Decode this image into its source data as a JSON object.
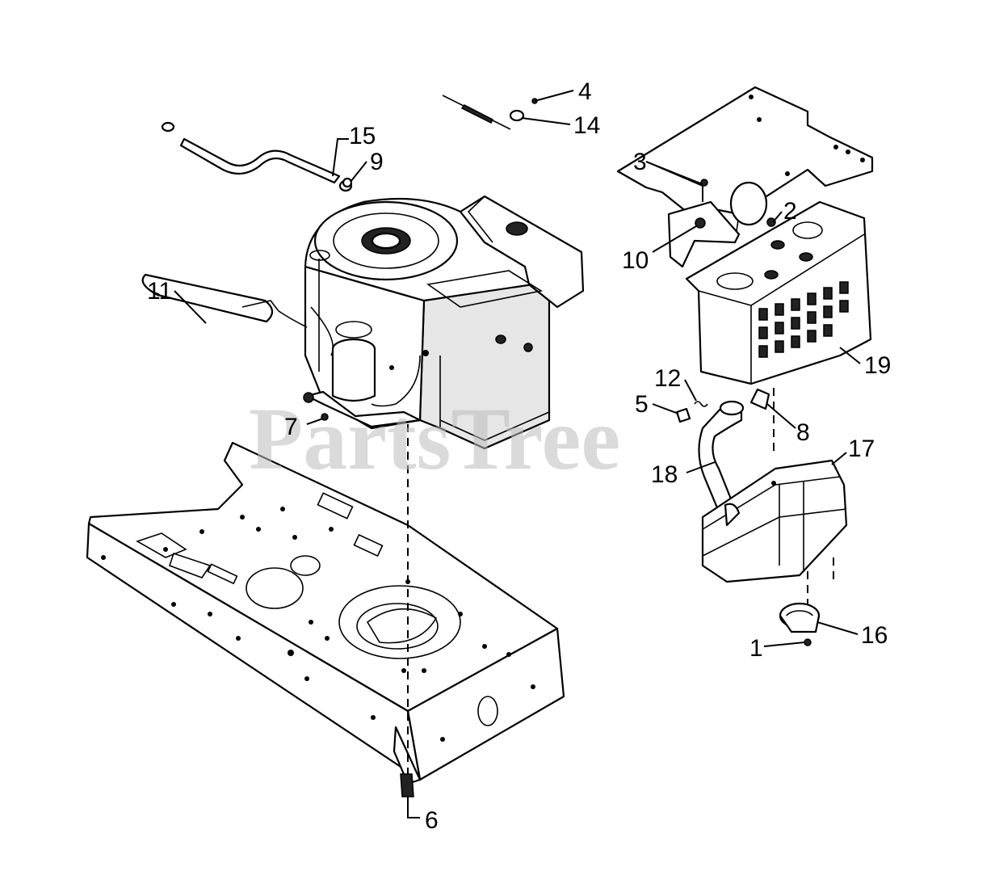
{
  "watermark": "PartsTree",
  "callouts": {
    "c1": "1",
    "c2": "2",
    "c3": "3",
    "c4": "4",
    "c5": "5",
    "c6": "6",
    "c7": "7",
    "c8": "8",
    "c9": "9",
    "c10": "10",
    "c11": "11",
    "c12": "12",
    "c14": "14",
    "c15": "15",
    "c16": "16",
    "c17": "17",
    "c18": "18",
    "c19": "19"
  }
}
